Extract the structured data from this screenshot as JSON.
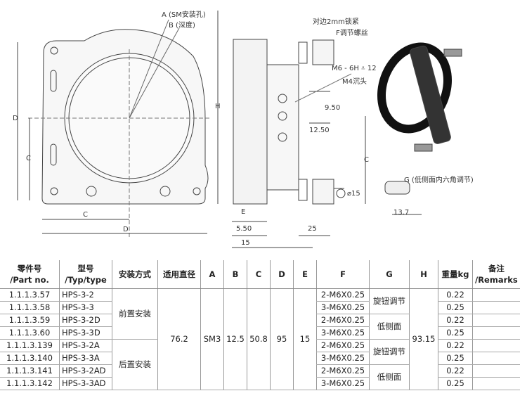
{
  "drawing": {
    "labels": {
      "a": "A (SM安装孔)",
      "b": "B (深度)",
      "lock": "对边2mm锁紧",
      "f": "F调节螺丝",
      "m6": "M6 - 6H ⩡ 12",
      "m4": "M4沉头",
      "d_v": "D",
      "c_v": "C",
      "h": "H",
      "c_h": "C",
      "d_h": "D",
      "dim950": "9.50",
      "dim1250": "12.50",
      "c_side": "C",
      "phi15": "⌀15",
      "e": "E",
      "dim550": "5.50",
      "dim15": "15",
      "dim25": "25",
      "g": "G (低侧面内六角调节)",
      "dim137": "13.7"
    }
  },
  "table": {
    "headers": [
      "零件号\n/Part no.",
      "型号\n/Typ/type",
      "安装方式",
      "适用直径",
      "A",
      "B",
      "C",
      "D",
      "E",
      "F",
      "G",
      "H",
      "重量kg",
      "备注\n/Remarks"
    ],
    "rows": [
      {
        "part": "1.1.1.3.57",
        "type": "HPS-3-2",
        "f": "2-M6X0.25",
        "weight": "0.22"
      },
      {
        "part": "1.1.1.3.58",
        "type": "HPS-3-3",
        "f": "3-M6X0.25",
        "weight": "0.25"
      },
      {
        "part": "1.1.1.3.59",
        "type": "HPS-3-2D",
        "f": "2-M6X0.25",
        "weight": "0.22"
      },
      {
        "part": "1.1.1.3.60",
        "type": "HPS-3-3D",
        "f": "3-M6X0.25",
        "weight": "0.25"
      },
      {
        "part": "1.1.1.3.139",
        "type": "HPS-3-2A",
        "f": "2-M6X0.25",
        "weight": "0.22"
      },
      {
        "part": "1.1.1.3.140",
        "type": "HPS-3-3A",
        "f": "3-M6X0.25",
        "weight": "0.25"
      },
      {
        "part": "1.1.1.3.141",
        "type": "HPS-3-2AD",
        "f": "2-M6X0.25",
        "weight": "0.22"
      },
      {
        "part": "1.1.1.3.142",
        "type": "HPS-3-3AD",
        "f": "3-M6X0.25",
        "weight": "0.25"
      }
    ],
    "mount": [
      "前置安装",
      "后置安装"
    ],
    "g": [
      "旋钮调节",
      "低侧面",
      "旋钮调节",
      "低侧面"
    ],
    "shared": {
      "diameter": "76.2",
      "a": "SM3",
      "b": "12.5",
      "c": "50.8",
      "d": "95",
      "e": "15",
      "h": "93.15"
    }
  }
}
